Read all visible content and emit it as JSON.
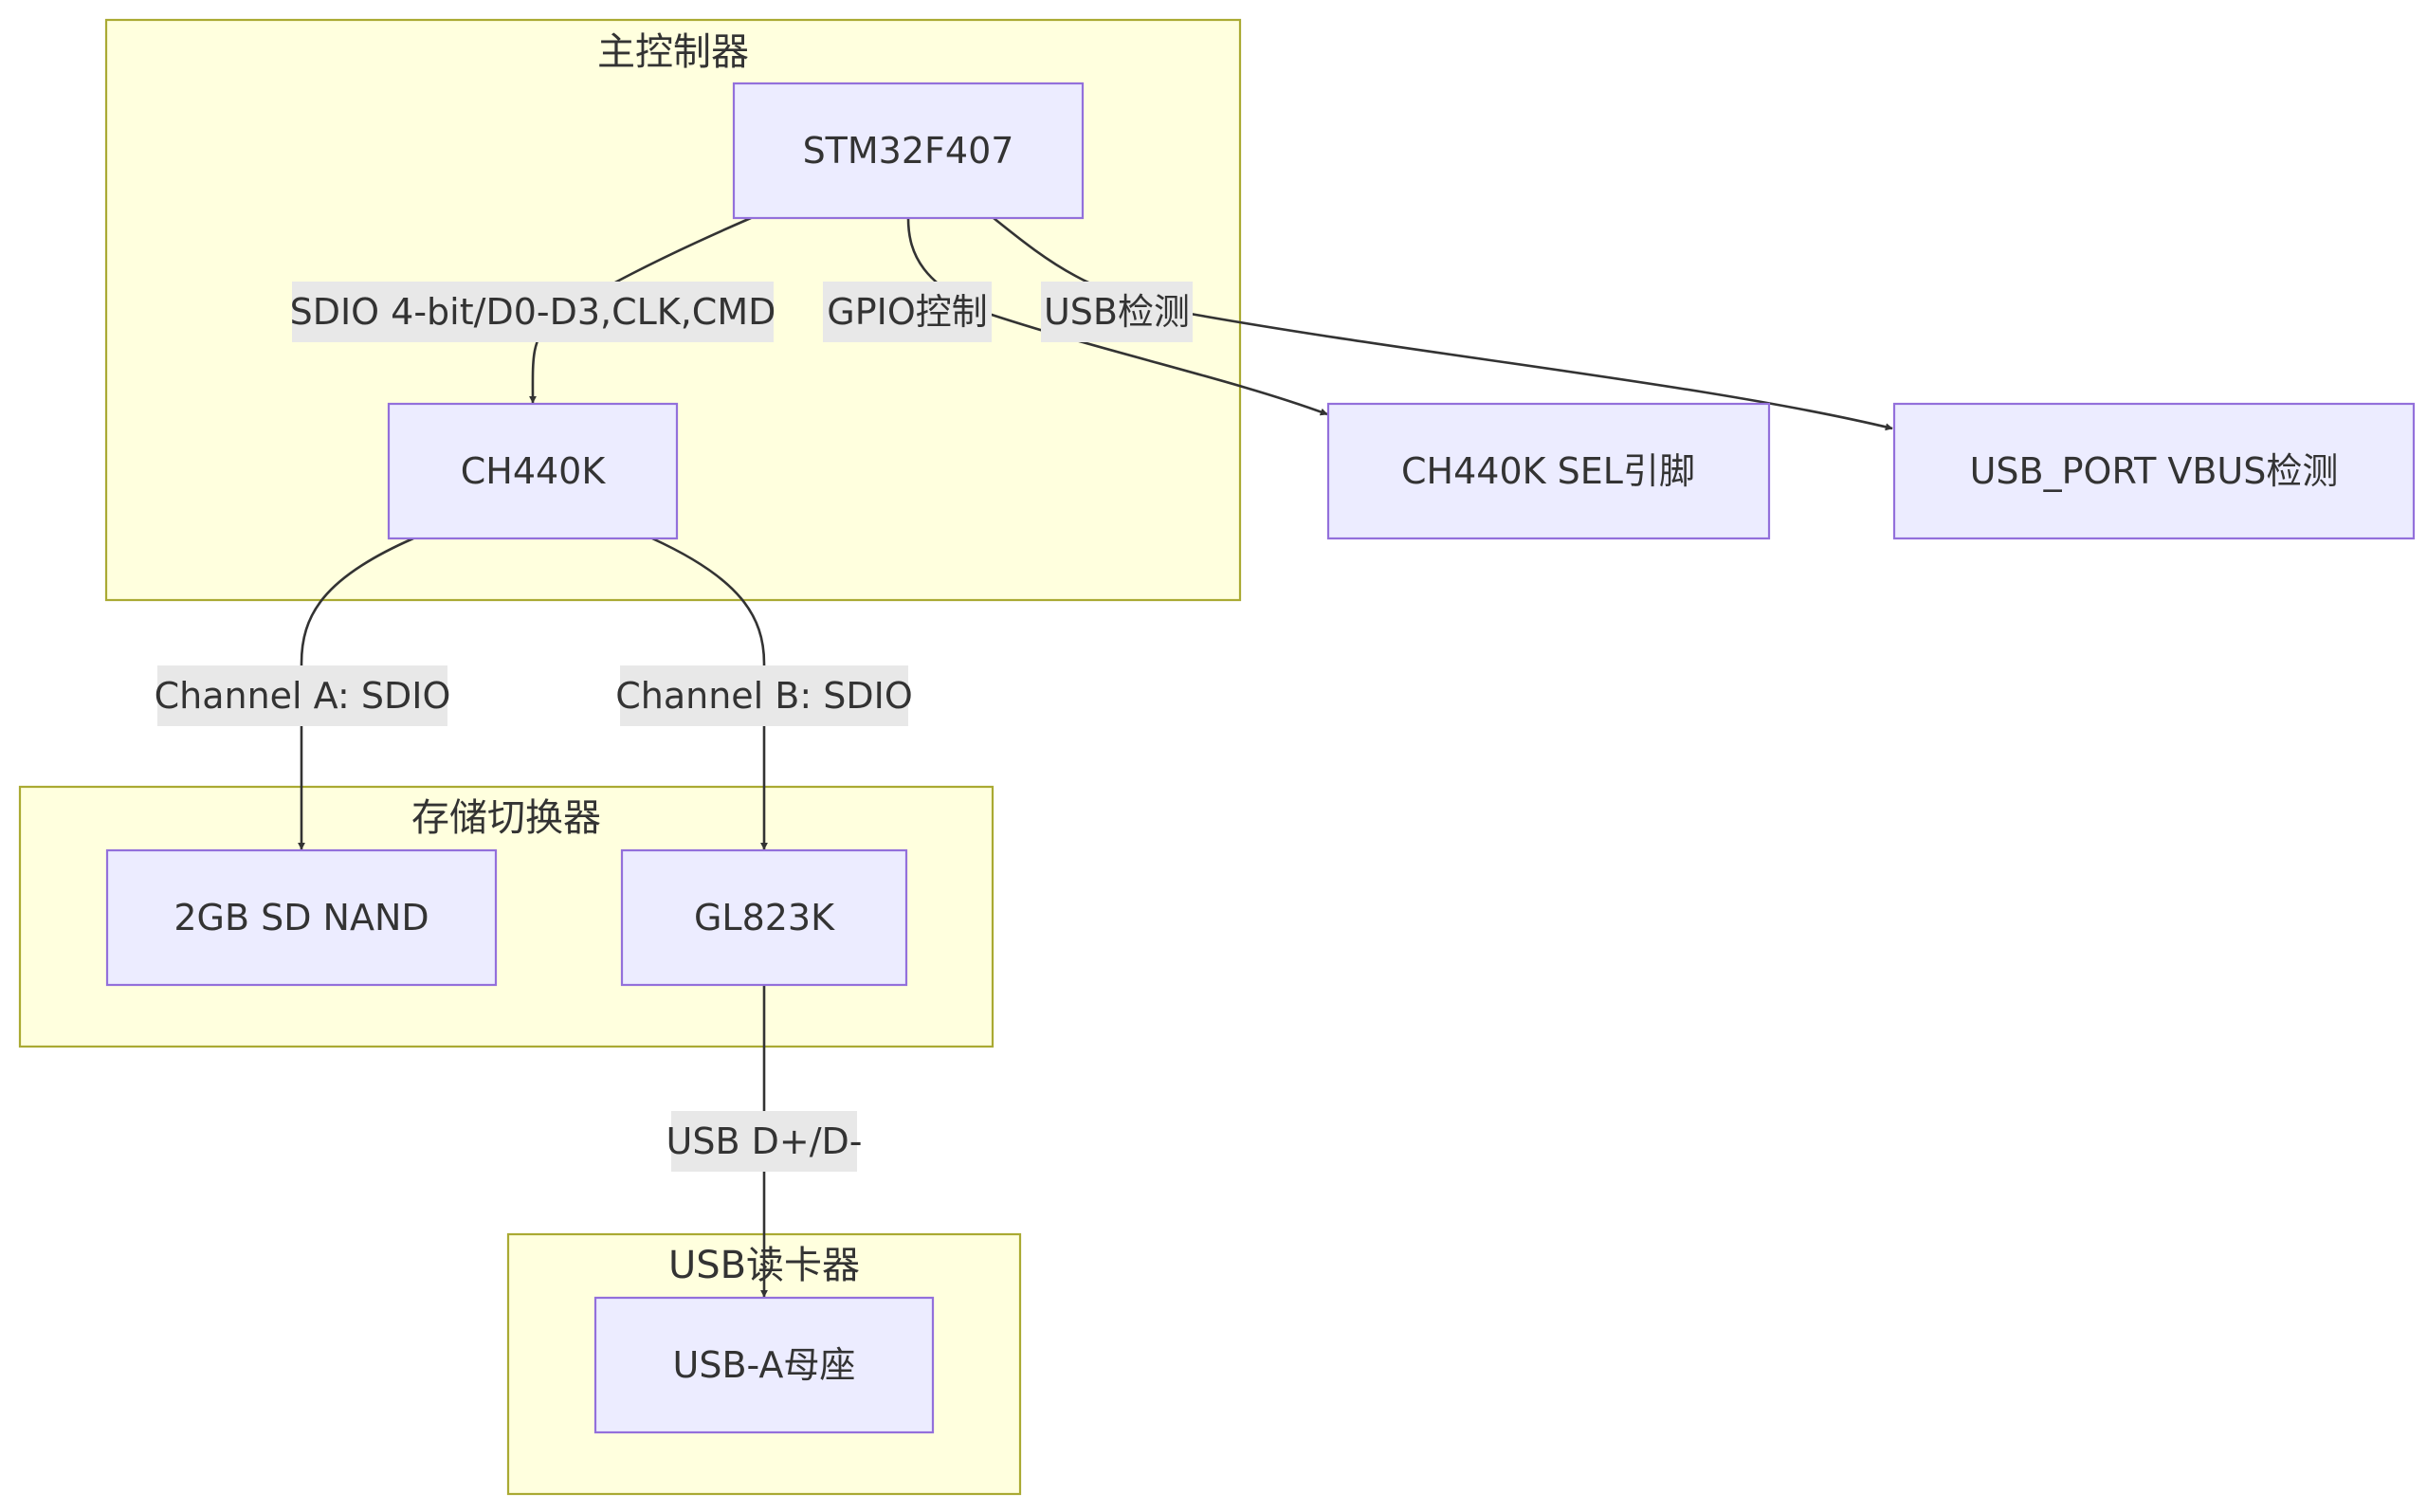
{
  "clusters": {
    "main": {
      "label": "主控制器"
    },
    "storage": {
      "label": "存储切换器"
    },
    "reader": {
      "label": "USB读卡器"
    }
  },
  "nodes": {
    "stm32": {
      "label": "STM32F407"
    },
    "ch440k": {
      "label": "CH440K"
    },
    "sel": {
      "label": "CH440K SEL引脚"
    },
    "vbus": {
      "label": "USB_PORT VBUS检测"
    },
    "nand": {
      "label": "2GB SD NAND"
    },
    "gl823k": {
      "label": "GL823K"
    },
    "usba": {
      "label": "USB-A母座"
    }
  },
  "edges": {
    "sdio": {
      "label": "SDIO 4-bit/D0-D3,CLK,CMD"
    },
    "gpio": {
      "label": "GPIO控制"
    },
    "usbdetect": {
      "label": "USB检测"
    },
    "chanA": {
      "label": "Channel A: SDIO"
    },
    "chanB": {
      "label": "Channel B: SDIO"
    },
    "usbdata": {
      "label": "USB D+/D-"
    }
  }
}
